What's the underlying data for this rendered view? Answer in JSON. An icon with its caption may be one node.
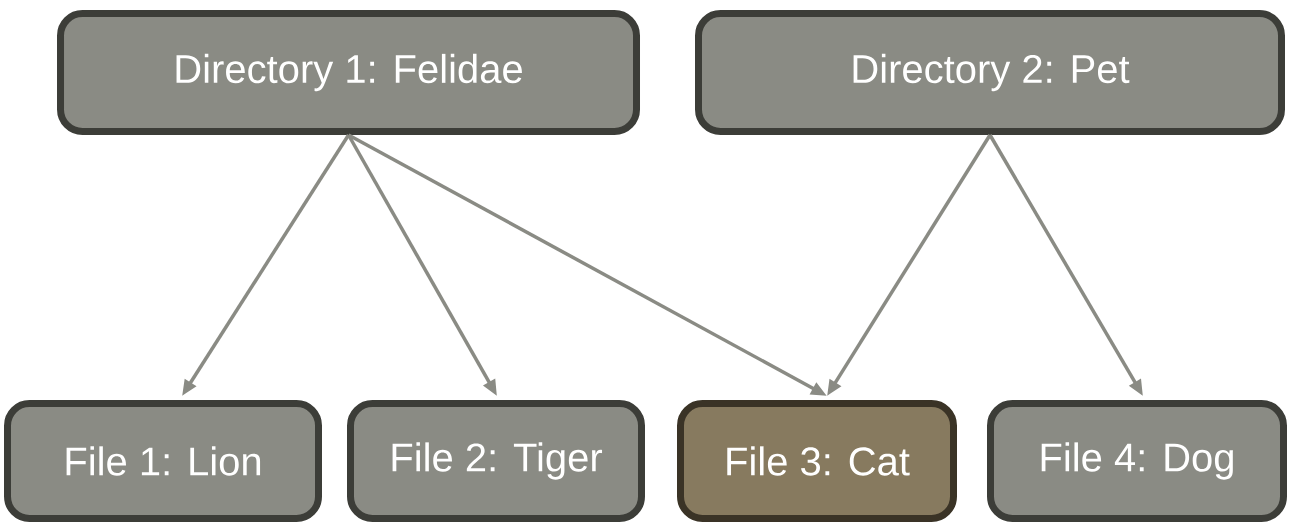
{
  "diagram": {
    "nodes": [
      {
        "text": [
          "Directory 1: Felidae"
        ]
      },
      {
        "text": [
          "Directory 2: Pet"
        ]
      },
      {
        "text": [
          "File 1: Lion"
        ]
      },
      {
        "text": [
          "File 2: Tiger"
        ]
      },
      {
        "text": [
          "File 3: Cat"
        ]
      },
      {
        "text": [
          "File 4: Dog"
        ]
      }
    ],
    "edges": [
      {
        "from": 0,
        "to": 2,
        "arrow": "to"
      },
      {
        "from": 0,
        "to": 3,
        "arrow": "to"
      },
      {
        "from": 0,
        "to": 4,
        "arrow": "to"
      },
      {
        "from": 1,
        "to": 4,
        "arrow": "to"
      },
      {
        "from": 1,
        "to": 5,
        "arrow": "to"
      }
    ]
  }
}
